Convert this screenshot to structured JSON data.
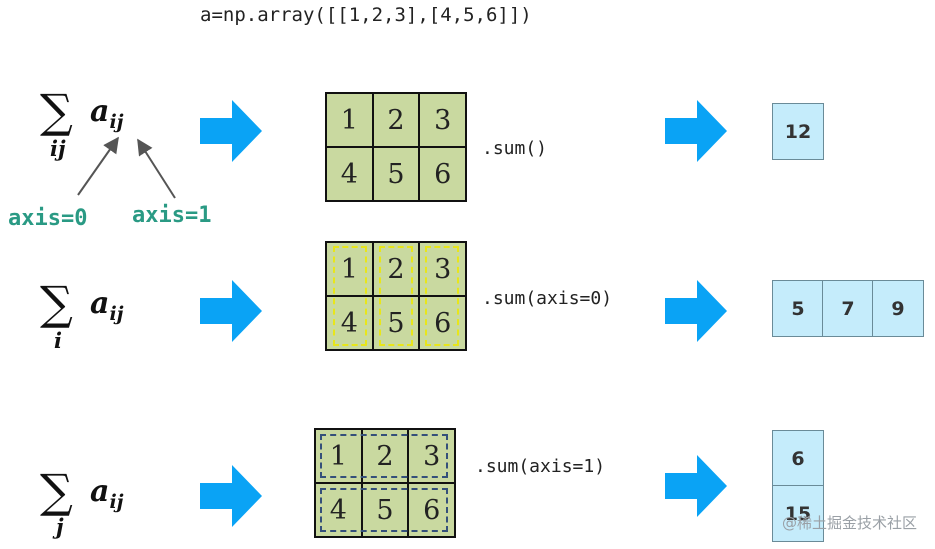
{
  "title": "a=np.array([[1,2,3],[4,5,6]])",
  "matrix": [
    "1",
    "2",
    "3",
    "4",
    "5",
    "6"
  ],
  "rows": [
    {
      "sigma": "∑",
      "term": "a",
      "index": "ij",
      "subscript": "ij",
      "call": ".sum()",
      "result": [
        "12"
      ]
    },
    {
      "sigma": "∑",
      "term": "a",
      "index": "ij",
      "subscript": "i",
      "call": ".sum(axis=0)",
      "result": [
        "5",
        "7",
        "9"
      ]
    },
    {
      "sigma": "∑",
      "term": "a",
      "index": "ij",
      "subscript": "j",
      "call": ".sum(axis=1)",
      "result": [
        "6",
        "15"
      ]
    }
  ],
  "axis_labels": [
    "axis=0",
    "axis=1"
  ],
  "watermark": "@稀土掘金技术社区",
  "colors": {
    "arrow": "#0aa3f5",
    "matrix_fill": "#c9d9a0",
    "result_fill": "#c5ecfb",
    "axis_label": "#2a9a84",
    "column_highlight": "#e8e61a",
    "row_highlight": "#34507a"
  }
}
